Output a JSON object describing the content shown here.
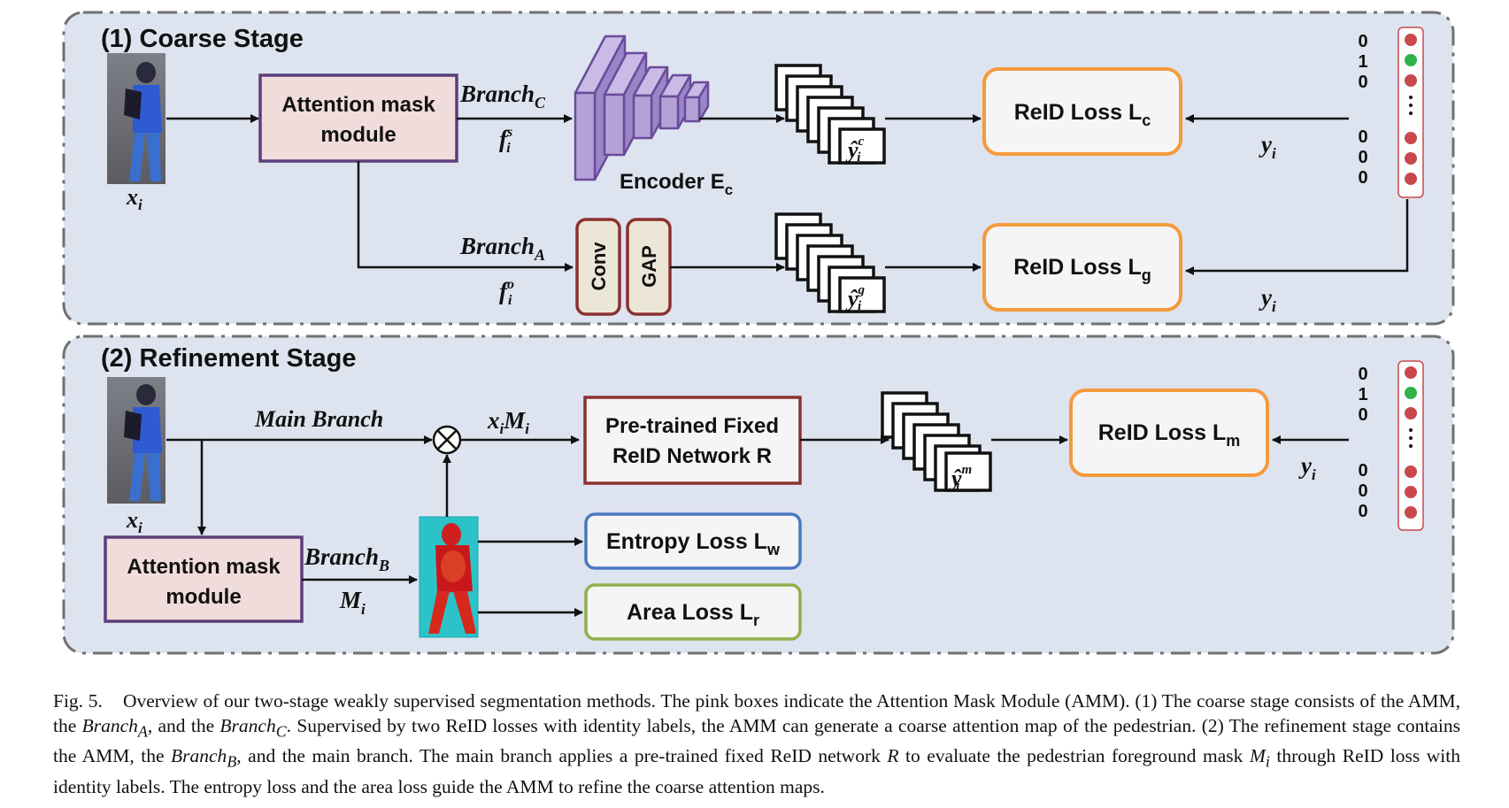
{
  "stage1": {
    "title": "(1) Coarse Stage",
    "input_label": "x",
    "input_sub": "i",
    "amm_line1": "Attention mask",
    "amm_line2": "module",
    "branch_c": "Branch",
    "branch_c_sub": "C",
    "f_s": "f",
    "f_s_sup": "s",
    "f_s_sub": "i",
    "encoder_label": "Encoder E",
    "encoder_sub": "c",
    "branch_a": "Branch",
    "branch_a_sub": "A",
    "f_o": "f",
    "f_o_sup": "o",
    "f_o_sub": "i",
    "conv_label": "Conv",
    "gap_label": "GAP",
    "feat_c": "ŷ",
    "feat_c_sup": "c",
    "feat_c_sub": "i",
    "feat_g": "ŷ",
    "feat_g_sup": "g",
    "feat_g_sub": "i",
    "loss_c": "ReID Loss L",
    "loss_c_sub": "c",
    "loss_g": "ReID Loss L",
    "loss_g_sub": "g",
    "y_label": "y",
    "y_sub": "i",
    "onehot_top": [
      "0",
      "1",
      "0"
    ],
    "onehot_bottom": [
      "0",
      "0",
      "0"
    ]
  },
  "stage2": {
    "title": "(2) Refinement  Stage",
    "input_label": "x",
    "input_sub": "i",
    "main_branch": "Main Branch",
    "product_label": "x",
    "product_sub1": "i",
    "product_m": "M",
    "product_sub2": "i",
    "pretrained_line1": "Pre-trained Fixed",
    "pretrained_line2": "ReID Network R",
    "feat_m": "ŷ",
    "feat_m_sup": "m",
    "feat_m_sub": "i",
    "loss_m": "ReID Loss L",
    "loss_m_sub": "m",
    "y_label": "y",
    "y_sub": "i",
    "onehot_top": [
      "0",
      "1",
      "0"
    ],
    "onehot_bottom": [
      "0",
      "0",
      "0"
    ],
    "amm_line1": "Attention mask",
    "amm_line2": "module",
    "branch_b": "Branch",
    "branch_b_sub": "B",
    "mask_label": "M",
    "mask_sub": "i",
    "entropy_loss": "Entropy Loss L",
    "entropy_sub": "w",
    "area_loss": "Area Loss L",
    "area_sub": "r"
  },
  "caption": {
    "fig": "Fig. 5.",
    "text1": "Overview of our two-stage weakly supervised segmentation methods. The pink boxes indicate the Attention Mask Module (AMM). (1) The coarse stage consists of the AMM, the ",
    "branchA": "Branch",
    "branchA_sub": "A",
    "text2": ", and the ",
    "branchC": "Branch",
    "branchC_sub": "C",
    "text3": ". Supervised by two ReID losses with identity labels, the AMM can generate a coarse attention map of the pedestrian. (2) The refinement stage contains the AMM, the ",
    "branchB": "Branch",
    "branchB_sub": "B",
    "text4": ", and the main branch. The main branch applies a pre-trained fixed ReID network ",
    "R": "R",
    "text5": " to evaluate the pedestrian foreground mask ",
    "M": "M",
    "M_sub": "i",
    "text6": " through ReID loss with identity labels. The entropy loss and the area loss guide the AMM to refine the coarse attention maps."
  },
  "colors": {
    "panel_bg": "#dde4ef",
    "panel_border": "#707070",
    "amm_fill": "#f1dcdc",
    "amm_border": "#5a3f7c",
    "encoder_fill": "#b4a2d6",
    "encoder_border": "#6a4b9b",
    "loss_border": "#f59a3c",
    "loss_fill": "#f5f5f5",
    "convgap_fill": "#ece6d6",
    "convgap_border": "#8b3030",
    "pretrained_border": "#8b3030",
    "entropy_border": "#4a78c0",
    "area_border": "#8fb04a",
    "dot_red": "#c8484c",
    "dot_green": "#2fb34a"
  }
}
